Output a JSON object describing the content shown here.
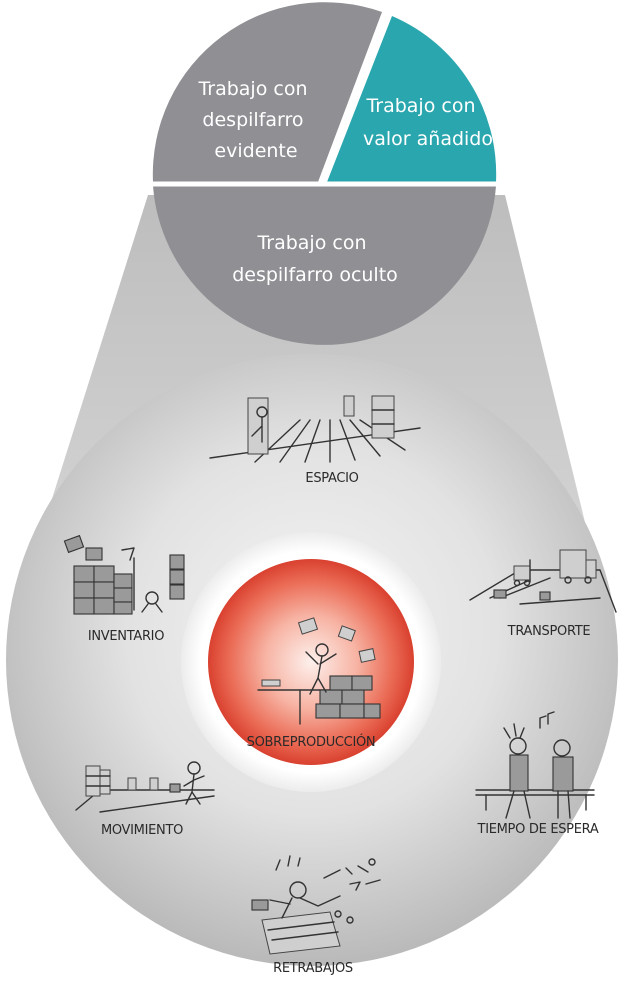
{
  "pie": {
    "slice_waste_evident": "Trabajo con despilfarro evidente",
    "slice_waste_evident_lines": [
      "Trabajo con",
      "despilfarro",
      "evidente"
    ],
    "slice_value_added": "Trabajo con valor añadido",
    "slice_value_added_lines": [
      "Trabajo con",
      "valor añadido"
    ],
    "slice_waste_hidden": "Trabajo con despilfarro oculto",
    "slice_waste_hidden_lines": [
      "Trabajo con",
      "despilfarro oculto"
    ]
  },
  "center": {
    "label": "SOBREPRODUCCIÓN",
    "icon": "overproduction-icon"
  },
  "wastes": [
    {
      "key": "space",
      "label": "ESPACIO",
      "icon": "warehouse-space-icon"
    },
    {
      "key": "inventory",
      "label": "INVENTARIO",
      "icon": "inventory-stacks-icon"
    },
    {
      "key": "transport",
      "label": "TRANSPORTE",
      "icon": "forklift-truck-icon"
    },
    {
      "key": "waiting",
      "label": "TIEMPO DE ESPERA",
      "icon": "waiting-people-icon"
    },
    {
      "key": "movement",
      "label": "MOVIMIENTO",
      "icon": "walking-worker-icon"
    },
    {
      "key": "rework",
      "label": "RETRABAJOS",
      "icon": "rework-worker-icon"
    }
  ],
  "colors": {
    "pie_gray": "#8f8f94",
    "value_added_teal": "#2aa6ae",
    "funnel_gray": "#c9c9c9",
    "big_circle_gray": "#c3c3c3",
    "center_red": "#e8503f",
    "label_text": "#2a2a2a"
  }
}
